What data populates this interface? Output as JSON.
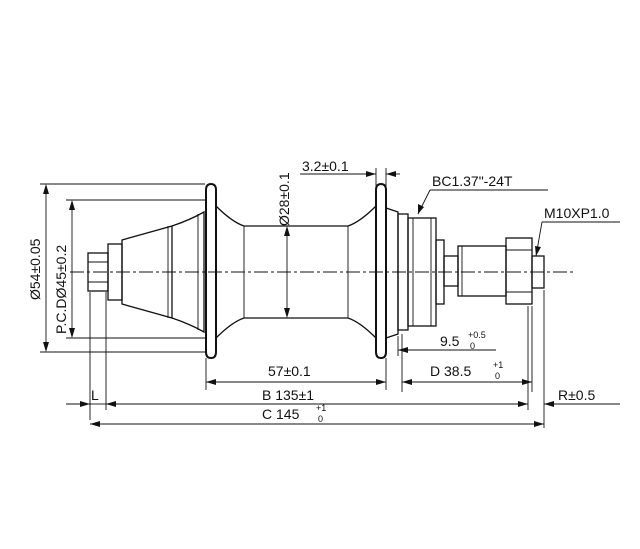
{
  "labels": {
    "shaft_dia": "Ø28±0.1",
    "flange_width": "3.2±0.1",
    "thread_bc": "BC1.37\"-24T",
    "thread_m": "M10XP1.0",
    "outer_dia": "Ø54±0.05",
    "pcd": "P.C.DØ45±0.2",
    "flange_spacing": "57±0.1",
    "cassette_offset": "9.5",
    "cassette_offset_tol_upper": "+0.5",
    "cassette_offset_tol_lower": "0",
    "d_dim": "D 38.5",
    "d_tol_upper": "+1",
    "d_tol_lower": "0",
    "l_dim": "L",
    "b_dim": "B 135±1",
    "r_dim": "R±0.5",
    "c_dim": "C 145",
    "c_tol_upper": "+1",
    "c_tol_lower": "0"
  }
}
